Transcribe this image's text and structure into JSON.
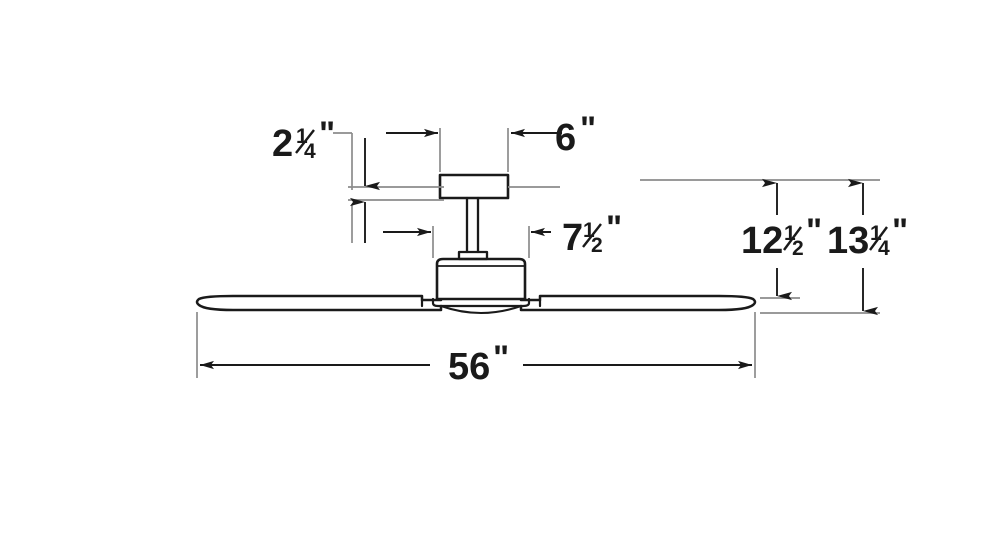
{
  "drawing": {
    "title": "Ceiling fan dimension diagram",
    "units": "inches",
    "line_color": "#1a1a1a",
    "extension_line_color": "#8c8c8c",
    "background": "#ffffff"
  },
  "dimensions": {
    "canopy_height": {
      "whole": "2",
      "numerator": "1",
      "denominator": "4",
      "inch": "\"",
      "label": "2 1/4\"",
      "orientation": "vertical"
    },
    "canopy_width": {
      "whole": "6",
      "numerator": "",
      "denominator": "",
      "inch": "\"",
      "label": "6\"",
      "orientation": "horizontal"
    },
    "motor_width": {
      "whole": "7",
      "numerator": "1",
      "denominator": "2",
      "inch": "\"",
      "label": "7 1/2\"",
      "orientation": "horizontal"
    },
    "height_to_blade_top": {
      "whole": "12",
      "numerator": "1",
      "denominator": "2",
      "inch": "\"",
      "label": "12 1/2\"",
      "orientation": "vertical"
    },
    "overall_height": {
      "whole": "13",
      "numerator": "1",
      "denominator": "4",
      "inch": "\"",
      "label": "13 1/4\"",
      "orientation": "vertical"
    },
    "blade_span": {
      "whole": "56",
      "numerator": "",
      "denominator": "",
      "inch": "\"",
      "label": "56\"",
      "orientation": "horizontal"
    }
  },
  "parts": [
    {
      "name": "canopy",
      "description": "ceiling mount canopy"
    },
    {
      "name": "downrod",
      "description": "vertical downrod"
    },
    {
      "name": "coupling",
      "description": "downrod coupling collar"
    },
    {
      "name": "motor-housing",
      "description": "fan motor housing"
    },
    {
      "name": "blade-left",
      "description": "left fan blade"
    },
    {
      "name": "blade-right",
      "description": "right fan blade"
    }
  ]
}
